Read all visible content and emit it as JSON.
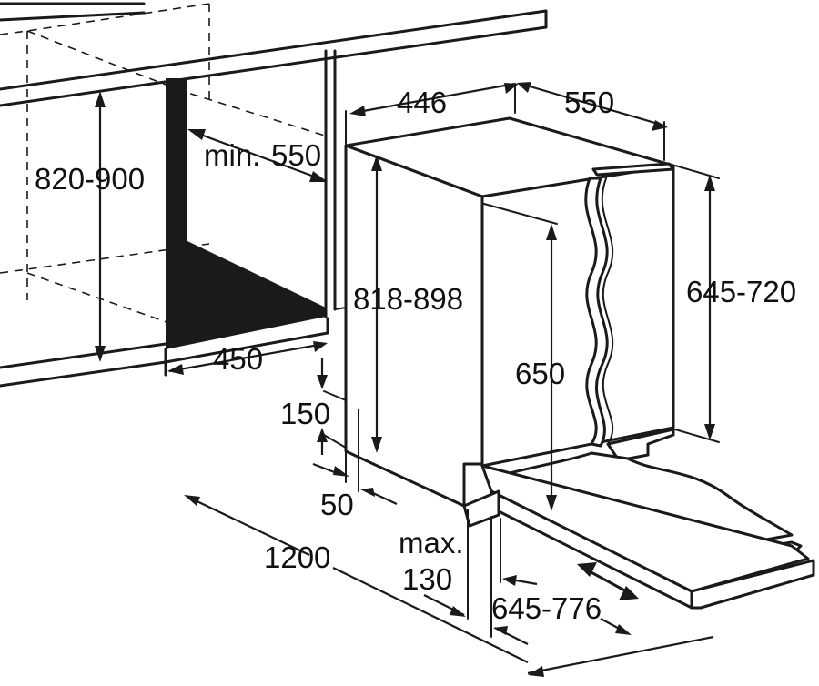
{
  "dimensions": {
    "niche_height": "820-900",
    "niche_depth_min_prefix": "min.",
    "niche_depth_min_value": "550",
    "niche_width": "450",
    "appliance_width": "446",
    "appliance_depth": "550",
    "appliance_height": "818-898",
    "door_height": "645-720",
    "inner_height": "650",
    "plinth_height": "150",
    "plinth_gap": "50",
    "overall_depth": "1200",
    "plinth_max_prefix": "max.",
    "plinth_max_value": "130",
    "door_opening_depth": "645-776"
  }
}
